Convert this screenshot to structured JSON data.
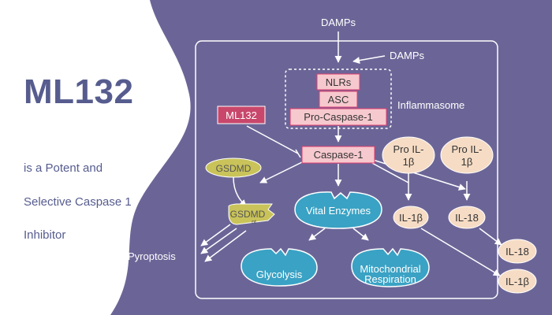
{
  "colors": {
    "background": "#6b6597",
    "white": "#ffffff",
    "pink_fill": "#f6c9ce",
    "pink_stroke": "#e23c6d",
    "ml132_fill": "#c8476b",
    "pro_fill": "#f6dcc5",
    "gsdmd_fill": "#c9c35a",
    "blob_fill": "#3aa2c4",
    "left_text": "#565c8e"
  },
  "left": {
    "title": "ML132",
    "line1": "is a Potent and",
    "line2": "Selective Caspase 1",
    "line3": "Inhibitor"
  },
  "diagram": {
    "damps_top": "DAMPs",
    "damps_side": "DAMPs",
    "nlrs": "NLRs",
    "asc": "ASC",
    "pro_caspase": "Pro-Caspase-1",
    "inflammasome": "Inflammasome",
    "ml132": "ML132",
    "caspase1": "Caspase-1",
    "pro_il1b_line1": "Pro IL-",
    "pro_il1b_line2": "1β",
    "pro_il18_line1": "Pro IL-",
    "pro_il18_line2": "1β",
    "gsdmd": "GSDMD",
    "gsdmd_nt_main": "GSDMD",
    "gsdmd_nt_sub": "nt",
    "vital_enzymes": "Vital Enzymes",
    "il1b": "IL-1β",
    "il18": "IL-18",
    "pyroptosis": "Pyroptosis",
    "glycolysis": "Glycolysis",
    "mito_line1": "Mitochondrial",
    "mito_line2": "Respiration",
    "out_il18": "IL-18",
    "out_il1b": "IL-1β"
  }
}
